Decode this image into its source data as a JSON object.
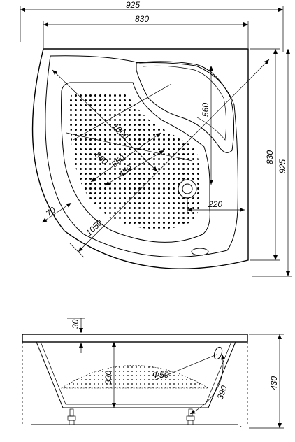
{
  "top_view": {
    "dims": {
      "overall_width": "925",
      "inner_width": "830",
      "right_height_inner": "830",
      "right_height_outer": "925",
      "seat_depth": "560",
      "drain_offset": "220",
      "diag_1000": "1000",
      "diag_860": "860",
      "diag_550": "550",
      "diag_450": "450",
      "rim_70": "70",
      "diag_1050": "1050"
    }
  },
  "side_view": {
    "dims": {
      "rim_thickness": "30",
      "inner_depth": "330",
      "drain_diameter": "Φ50",
      "overflow_height": "390",
      "total_height": "430"
    }
  }
}
